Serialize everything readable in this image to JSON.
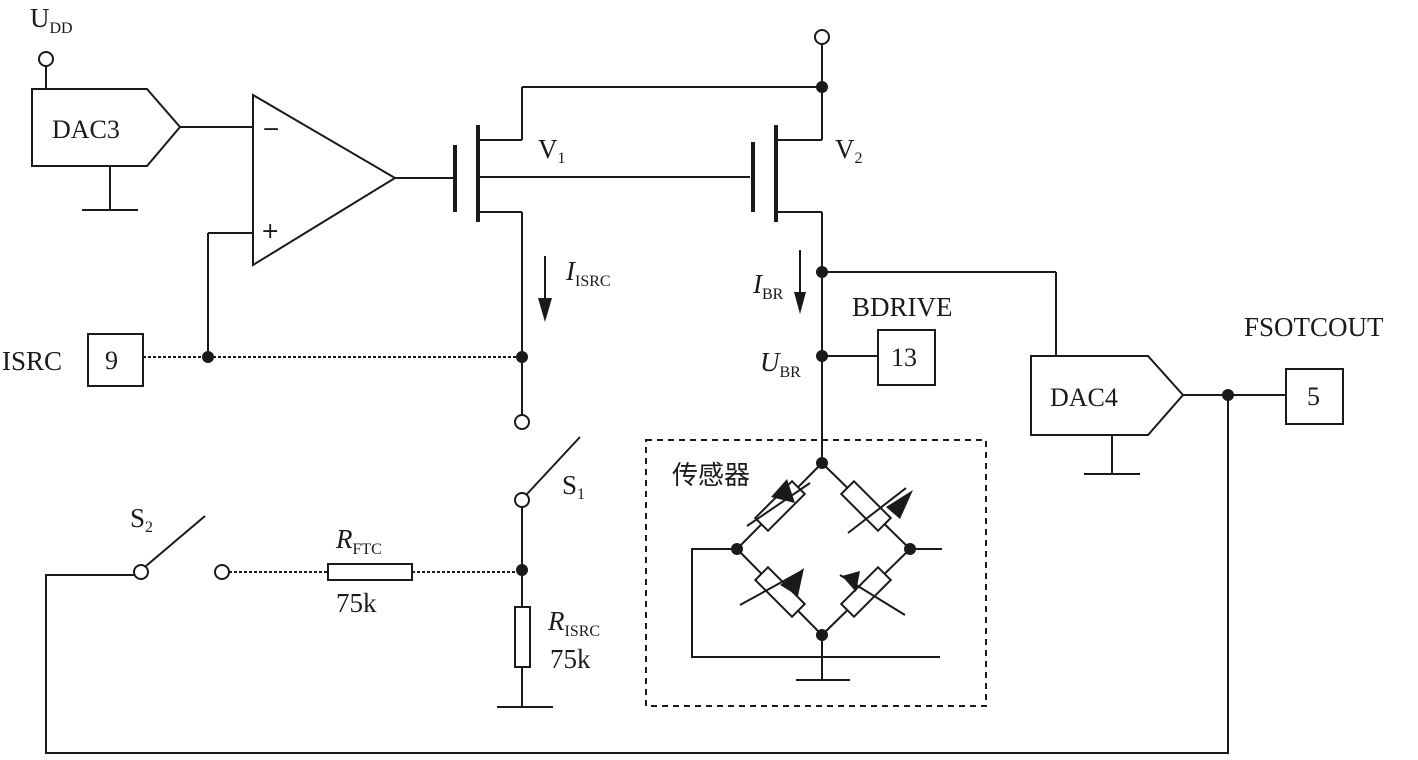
{
  "labels": {
    "udd_main": "U",
    "udd_sub": "DD",
    "dac3": "DAC3",
    "dac4": "DAC4",
    "v1_main": "V",
    "v1_sub": "1",
    "v2_main": "V",
    "v2_sub": "2",
    "isrc_current_main": "I",
    "isrc_current_sub": "ISRC",
    "ibr_main": "I",
    "ibr_sub": "BR",
    "ubr_main": "U",
    "ubr_sub": "BR",
    "bdrive": "BDRIVE",
    "fsotcout": "FSOTCOUT",
    "isrc": "ISRC",
    "s1_main": "S",
    "s1_sub": "1",
    "s2_main": "S",
    "s2_sub": "2",
    "rftc_main": "R",
    "rftc_sub": "FTC",
    "rftc_value": "75k",
    "risrc_main": "R",
    "risrc_sub": "ISRC",
    "risrc_value": "75k",
    "sensor": "传感器",
    "opamp_minus": "−",
    "opamp_plus": "+"
  },
  "pins": {
    "isrc_pin": "9",
    "bdrive_pin": "13",
    "fsotcout_pin": "5"
  }
}
